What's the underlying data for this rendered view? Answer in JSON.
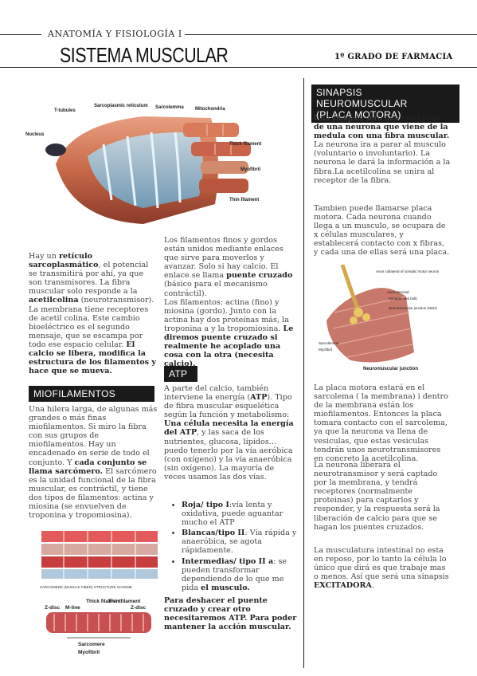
{
  "header": {
    "course": "ANATOMÍA Y FISIOLOGÍA I",
    "title": "SISTEMA MUSCULAR",
    "grade": "1º GRADO DE FARMACIA"
  },
  "fig1": {
    "labels": [
      "T-tubules",
      "Sarcoplasmic reticulum",
      "Sarcolemma",
      "Mitochondria",
      "Nucleus",
      "Thick filament",
      "Myofibril",
      "Thin filament"
    ]
  },
  "col1": {
    "p1a": "Hay un ",
    "p1b": "retículo sarcoplasmático",
    "p1c": ", el potencial se transmitirá por ahí, ya que son transmisores. La fibra muscular solo responde a la ",
    "p1d": "acetilcolina",
    "p1e": " (neurotransmisor). La membrana tiene receptores de acetil colina. Este cambio bioeléctrico es el segundo mensaje, que se escampa por todo ese espacio celular. ",
    "p1f": "El calcio se libera, modifica la estructura de los filamentos y hace que se mueva.",
    "miofil_title": "MIOFILAMENTOS",
    "p2a": "Una hilera larga, de algunas más grandes o más finas miofilamentos. Si miro la fibra con sus grupos de miofilamentos. Hay un encadenado en serie de todo el conjunto. Y ",
    "p2b": "cada conjunto se llama sarcómero.",
    "p2c": " El sarcómero es la unidad funcional de la fibra muscular, es contráctil, y tiene dos tipos de filamentos: actina y miosina (se envuelven de troponina y tropomiosina).",
    "fig2_caption": "SARCOMERE (MUSCLE FIBER) STRUCTURE SCHEME",
    "sarc_labels": [
      "Z-disc",
      "M-line",
      "Thick filament",
      "Thin filament",
      "Z-disc",
      "Sarcomere",
      "Myofibril"
    ]
  },
  "col2": {
    "p1a": "Los filamentos finos y gordos están unidos mediante enlaces que sirve para moverlos y avanzar. Solo si hay calcio. El enlace se llama ",
    "p1b": "puente cruzado",
    "p1c": " (básico para el mecanismo contráctil).",
    "p1d": "Los filamentos: actina (fino) y miosina (gordo). Junto con la actina hay dos proteínas más, la troponina a y la tropomiosina. ",
    "p1e": "Le diremos puente cruzado si realmente he acoplado una cosa con la otra (necesita calcio).",
    "atp_title": "ATP",
    "p2a": "A parte del calcio, también interviene la energía (",
    "p2b": "ATP",
    "p2c": "). Tipo de fibra muscular esquelética según la función y metabolismo: ",
    "p2d": "Una célula necesita la energía del ATP",
    "p2e": ", y las saca de los nutrientes, glucosa, lípidos… puedo tenerlo por la vía aeróbica (con oxígeno) y la vía anaeróbica (sin oxígeno). La mayoría de veces usamos las dos vías.",
    "b1a": "Roja/ tipo I",
    "b1b": ":vía lenta y oxidativa, puede aguantar mucho el ATP",
    "b2a": "Blancas/tipo II",
    "b2b": ": Vía rápida y anaeróbica, se agota rápidamente.",
    "b3a": "Intermedias/ tipo II a",
    "b3b": ": se pueden transformar dependiendo de lo que me pida ",
    "b3c": "el musculo.",
    "p3": "Para deshacer el puente cruzado y crear otro necesitaremos ATP. Para poder mantener la acción muscular."
  },
  "col3": {
    "title_l1": "SINAPSIS NEUROMUSCULAR",
    "title_l2": "(PLACA MOTORA)",
    "p1a": "Una sinapsis será una ",
    "p1b": "conexión de una neurona que viene de la medula con una fibra muscular.",
    "p1c": " La neurona ira a parar al musculo (voluntario o involuntario).  La neurona le dará la información a la fibra.La acetilcolina se unira al receptor de la fibra.",
    "p2": "Tambien puede llamarse placa motora. Cada neurona cuando llega a un musculo, se ocupara de x células musculares, y establecerá contacto con x fibras, y cada una de ellas será una placa.",
    "fig_labels": [
      "Axon collateral of somatic motor neuron",
      "Axon terminal",
      "Synaptic end bulb",
      "Neuromuscular junction (NMJ)",
      "Sarcolemma",
      "Myofibril"
    ],
    "fig_caption": "Neuromuscular junction",
    "p3": "La placa motora estará en el sarcolema ( la membrana) i dentro de la membrana están los miofilamentos. Entonces la placa tomara contacto con el sarcolema, ya que la neurona va llena de vesiculas, que estas vesiculas tendrán unos neurotransmisores en concreto la acetilcolina.",
    "p4": "La neurona liberara el neurotransmisor y será captado por la membrana, y tendrá receptores (normalmente proteinas) para captarlos y responder, y la respuesta será la liberación de calcio para que se hagan los puentes cruzados.",
    "p5a": "La musculatura intestinal no esta en reposo, por lo tanto la célula lo único que dirá es que trabaje mas o menos. Así que será una sinapsis ",
    "p5b": "EXCITADORA",
    "p5c": "."
  }
}
